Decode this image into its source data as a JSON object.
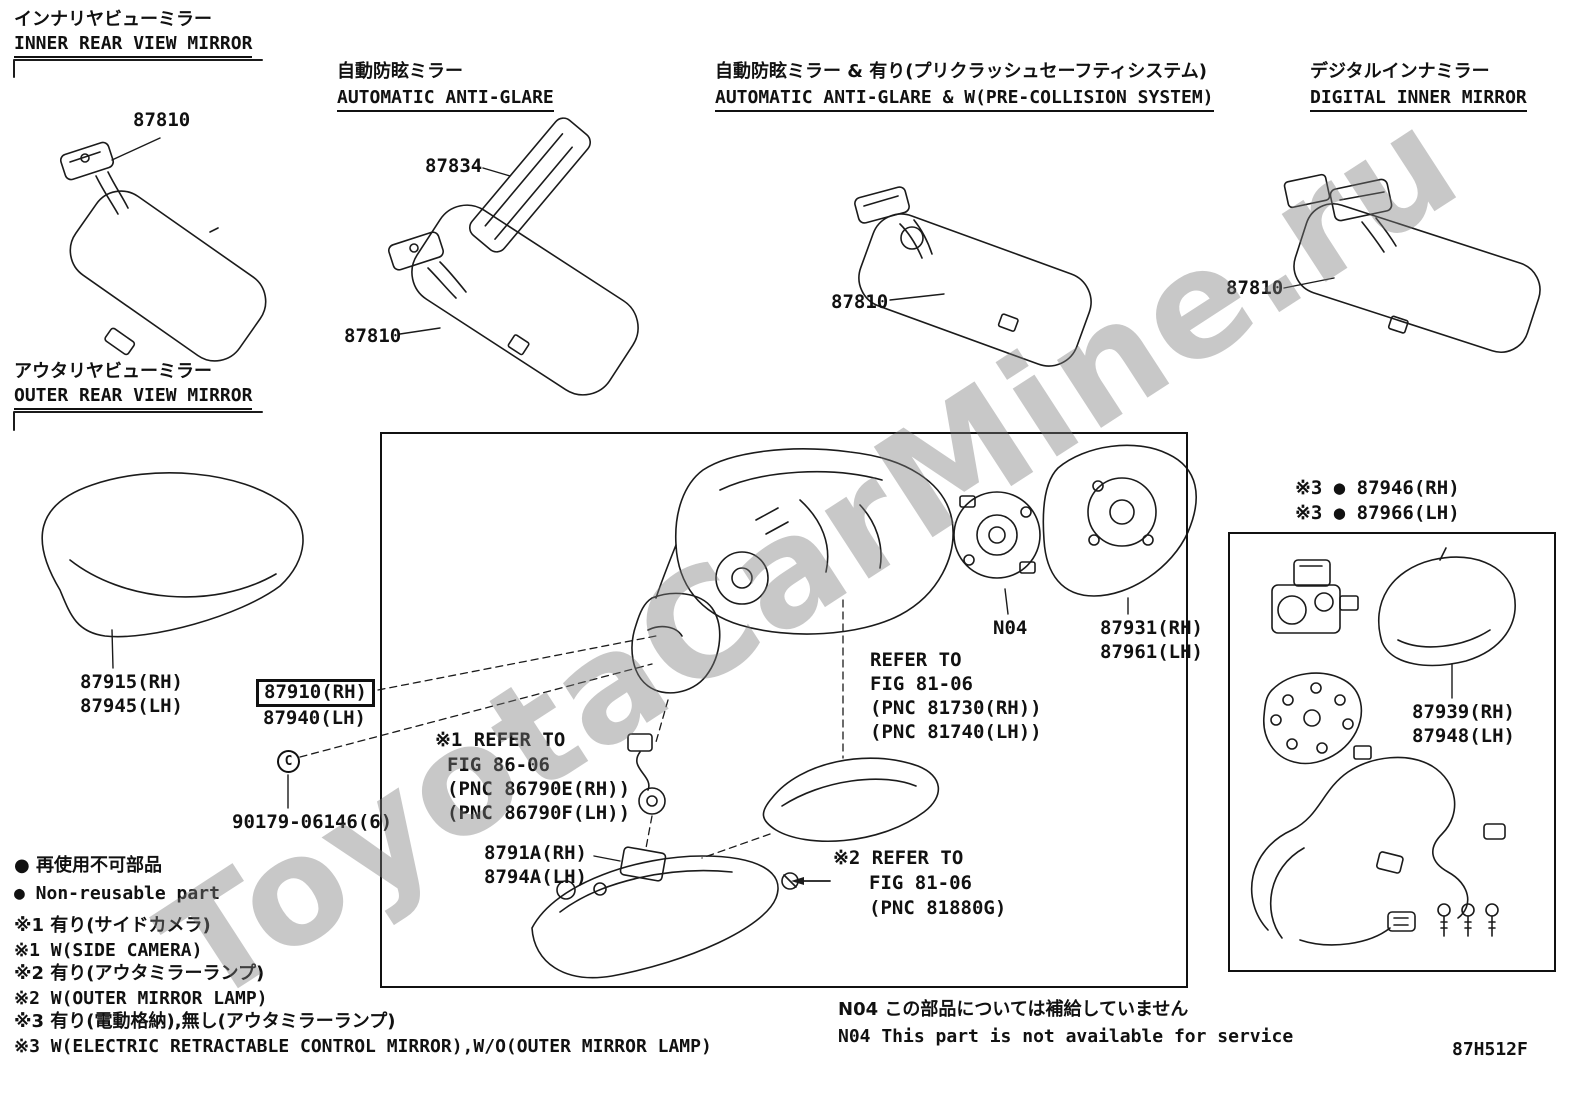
{
  "sections": {
    "inner": {
      "title_jp": "インナリヤビューミラー",
      "title_en": "INNER REAR VIEW MIRROR"
    },
    "outer": {
      "title_jp": "アウタリヤビューミラー",
      "title_en": "OUTER REAR VIEW MIRROR"
    }
  },
  "inner_variants": {
    "anti_glare": {
      "jp": "自動防眩ミラー",
      "en": "AUTOMATIC ANTI-GLARE"
    },
    "pre_collision": {
      "jp": "自動防眩ミラー & 有り(プリクラッシュセーフティシステム)",
      "en": "AUTOMATIC ANTI-GLARE & W(PRE-COLLISION SYSTEM)"
    },
    "digital": {
      "jp": "デジタルインナミラー",
      "en": "DIGITAL INNER MIRROR"
    }
  },
  "parts": {
    "manual_mirror": "87810",
    "anti_glare_cover": "87834",
    "anti_glare_mirror": "87810",
    "pre_collision_mirror": "87810",
    "digital_mirror": "87810",
    "outer_cover_rh": "87915(RH)",
    "outer_cover_lh": "87945(LH)",
    "outer_mirror_rh": "87910(RH)",
    "outer_mirror_lh": "87940(LH)",
    "clip_symbol": "C",
    "screw": "90179-06146(6)",
    "actuator_note": "N04",
    "glass_rh": "87931(RH)",
    "glass_lh": "87961(LH)",
    "retract_rh": "※3 ● 87946(RH)",
    "retract_lh": "※3 ● 87966(LH)",
    "lamp_rh": "8791A(RH)",
    "lamp_lh": "8794A(LH)",
    "mirror_cover_rh": "87939(RH)",
    "mirror_cover_lh": "87948(LH)"
  },
  "refs": {
    "camera": {
      "l1": "※1 REFER TO",
      "l2": "FIG 86-06",
      "l3": "(PNC 86790E(RH))",
      "l4": "(PNC 86790F(LH))"
    },
    "lamp": {
      "l1": "REFER TO",
      "l2": "FIG 81-06",
      "l3": "(PNC 81730(RH))",
      "l4": "(PNC 81740(LH))"
    },
    "bulb": {
      "l1": "※2 REFER TO",
      "l2": "FIG 81-06",
      "l3": "(PNC 81880G)"
    }
  },
  "legend": {
    "reuse_jp": "● 再使用不可部品",
    "reuse_en": "● Non-reusable part",
    "n1_jp": "※1 有り(サイドカメラ)",
    "n1_en": "※1 W(SIDE CAMERA)",
    "n2_jp": "※2 有り(アウタミラーランプ)",
    "n2_en": "※2 W(OUTER MIRROR LAMP)",
    "n3_jp": "※3 有り(電動格納),無し(アウタミラーランプ)",
    "n3_en": "※3 W(ELECTRIC RETRACTABLE CONTROL MIRROR),W/O(OUTER MIRROR LAMP)"
  },
  "footer": {
    "n04_jp": "N04 この部品については補給していません",
    "n04_en": "N04 This part is not available for service",
    "code": "87H512F"
  },
  "watermark": "ToyotaCarMine.ru"
}
